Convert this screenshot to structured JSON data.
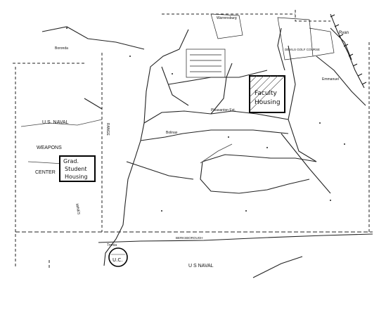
{
  "map": {
    "labels": {
      "us_naval": "U.S. NAVAL",
      "weapons": "WEAPONS",
      "center": "CENTER",
      "us_naval_south": "U S  NAVAL",
      "boronda": "Boronda",
      "warrensburg": "Warrensburg",
      "pleasanton_ext": "Pleasanton Ext.",
      "bolinas": "Bolinas",
      "ryan": "Ryan",
      "devils_golf_course": "DEVILS GOLF COURSE",
      "emmanuel": "Emmanuel",
      "range": "RANGE",
      "mines": "MINES",
      "tronia": "Tronia",
      "uc": "U.C.",
      "berk": "BERKSBOROUGH"
    },
    "grad_housing": {
      "line1": "Grad.",
      "line2": "Student",
      "line3": "Housing"
    },
    "faculty_housing": {
      "line1": "Faculty",
      "line2": "Housing"
    }
  }
}
